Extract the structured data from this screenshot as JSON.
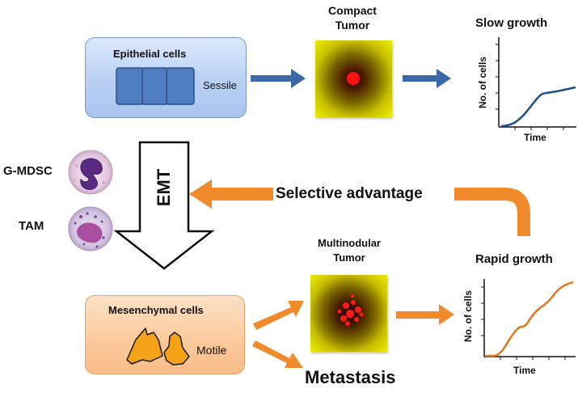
{
  "labels": {
    "epithelial_title": "Epithelial cells",
    "sessile": "Sessile",
    "compact_tumor_line1": "Compact",
    "compact_tumor_line2": "Tumor",
    "slow_growth": "Slow growth",
    "y_axis": "No. of cells",
    "x_axis": "Time",
    "g_mdsc": "G-MDSC",
    "tam": "TAM",
    "emt": "EMT",
    "selective_advantage": "Selective advantage",
    "multinodular_line1": "Multinodular",
    "multinodular_line2": "Tumor",
    "rapid_growth": "Rapid growth",
    "mesenchymal_title": "Mesenchymal cells",
    "motile": "Motile",
    "metastasis": "Metastasis"
  },
  "colors": {
    "blue_arrow": "#3b69a8",
    "orange_arrow": "#f08a2a",
    "slow_curve": "#1f4e8c",
    "rapid_curve": "#e0771f",
    "cell_blue": "#4f7ec2",
    "cell_orange": "#f4a318"
  }
}
